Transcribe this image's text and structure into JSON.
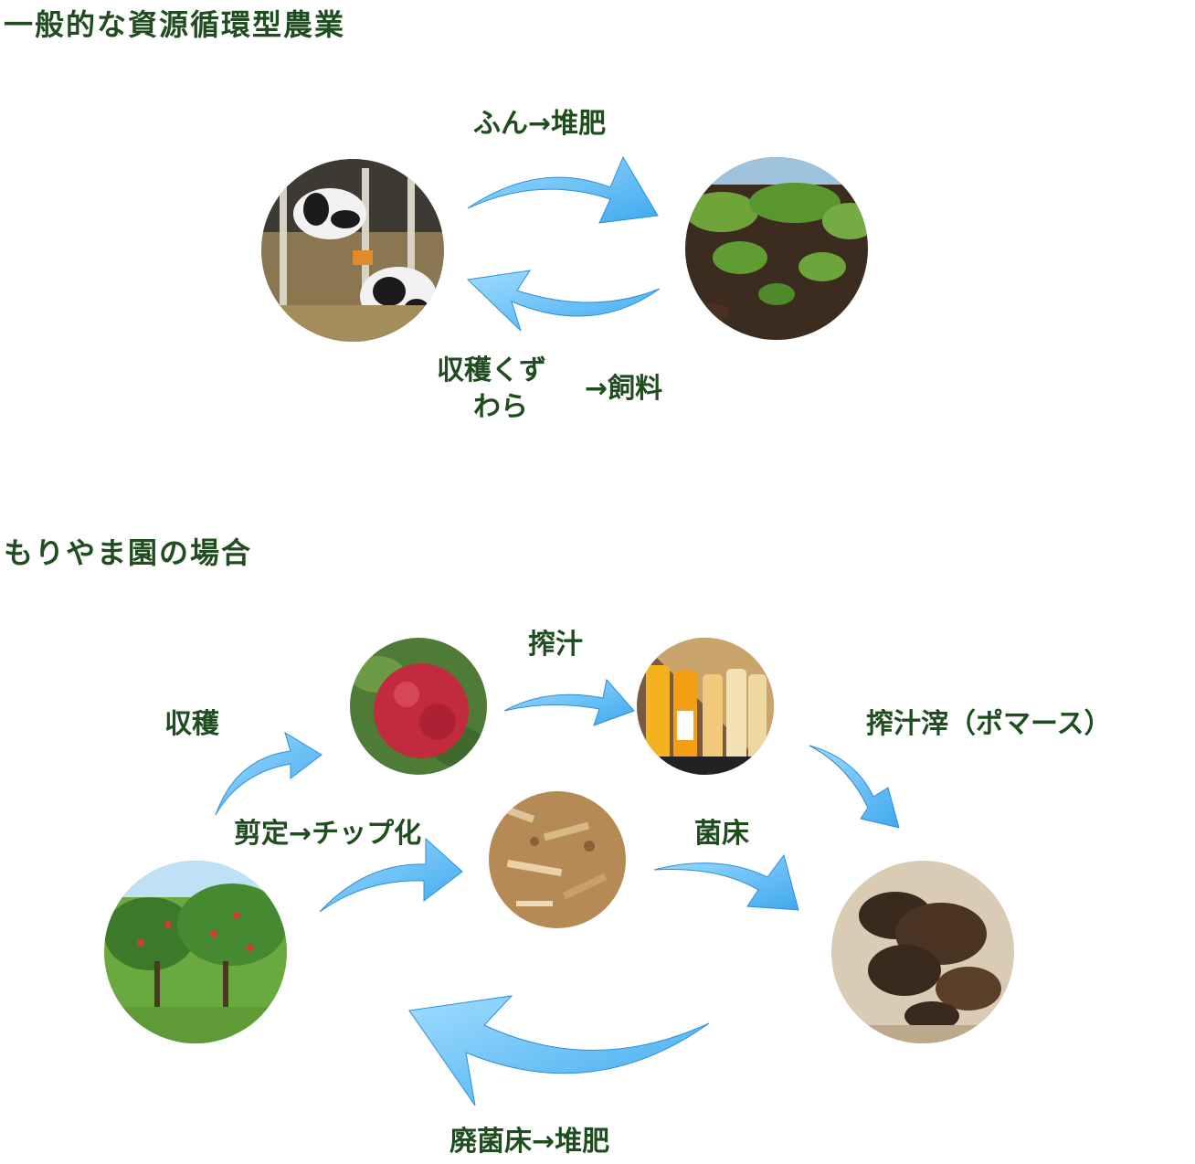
{
  "section1": {
    "title": "一般的な資源循環型農業",
    "label_top": "ふん→堆肥",
    "label_bottom_line1": "収穫くず",
    "label_bottom_line2": "わら",
    "label_bottom_suffix": "→飼料",
    "photos": {
      "left": "cow-barn-photo",
      "right": "field-crop-photo"
    }
  },
  "section2": {
    "title": "もりやま園の場合",
    "label_harvest": "収穫",
    "label_juice": "搾汁",
    "label_pomace": "搾汁滓（ポマース）",
    "label_chip": "剪定→チップ化",
    "label_bed": "菌床",
    "label_spent": "廃菌床→堆肥",
    "photos": {
      "apple": "apple-photo",
      "bottles": "bottles-photo",
      "chips": "wood-chips-photo",
      "orchard": "orchard-photo",
      "mushroom": "mushroom-photo"
    }
  },
  "colors": {
    "arrow": "#4fb3f0",
    "arrow_light": "#8fd3ff",
    "text": "#1f4d1f"
  }
}
